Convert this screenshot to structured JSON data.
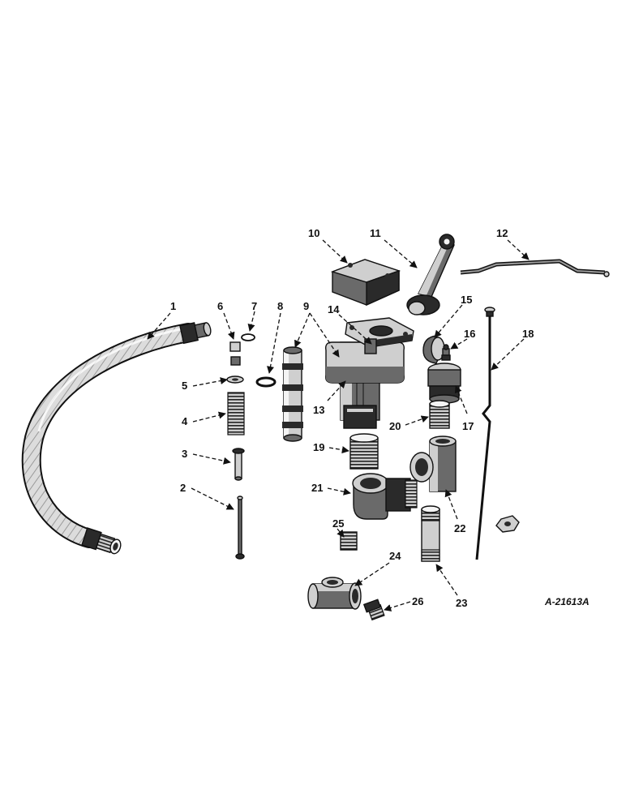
{
  "figure_ref": "A-21613A",
  "callouts": [
    "1",
    "2",
    "3",
    "4",
    "5",
    "6",
    "7",
    "8",
    "9",
    "10",
    "11",
    "12",
    "13",
    "14",
    "15",
    "16",
    "17",
    "18",
    "19",
    "20",
    "21",
    "22",
    "23",
    "24",
    "25",
    "26"
  ],
  "colors": {
    "ink": "#111111",
    "background": "#ffffff"
  }
}
